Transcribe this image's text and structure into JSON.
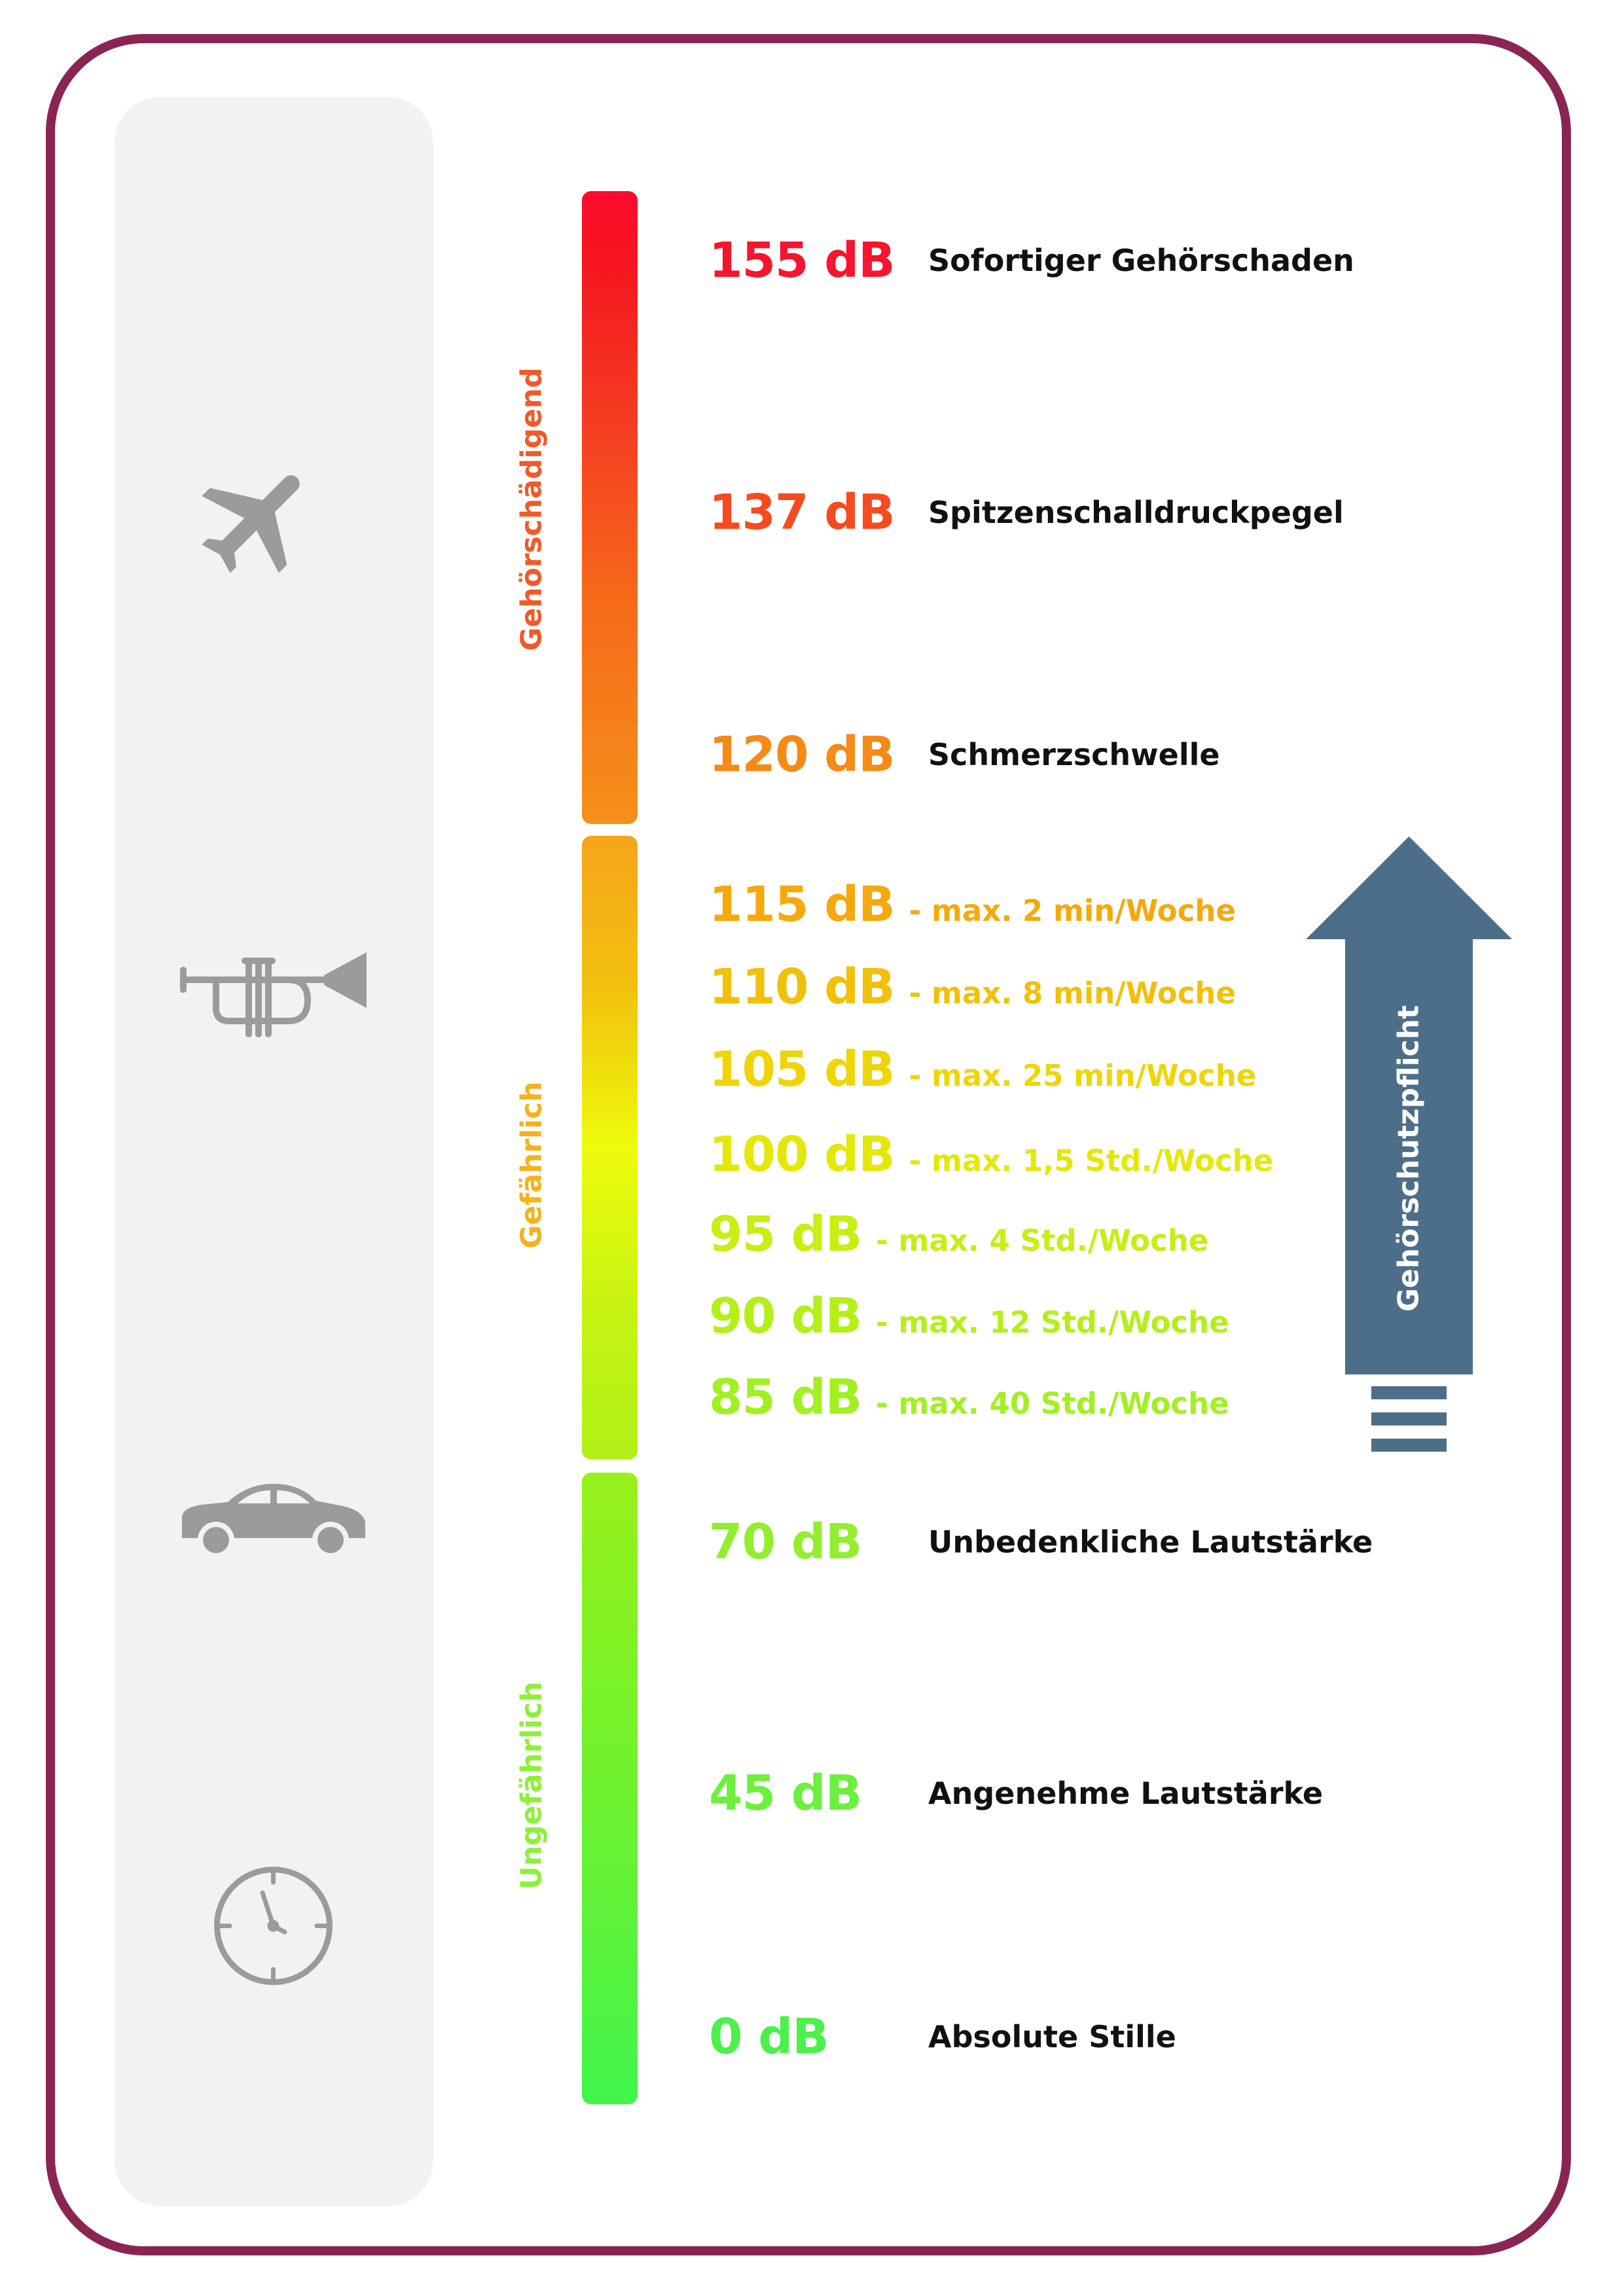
{
  "zones": [
    {
      "label": "Gehörschädigend",
      "color": "#f05a28"
    },
    {
      "label": "Gefährlich",
      "color": "#f5b21a"
    },
    {
      "label": "Ungefährlich",
      "color": "#8ef03a"
    }
  ],
  "levels": [
    {
      "db": "155 dB",
      "desc": "Sofortiger Gehörschaden",
      "color": "#f5152e"
    },
    {
      "db": "137 dB",
      "desc": "Spitzenschalldruckpegel",
      "color": "#f64a20"
    },
    {
      "db": "120 dB",
      "desc": "Schmerzschwelle",
      "color": "#f58a16"
    },
    {
      "db": "115 dB",
      "limit": "- max. 2 min/Woche",
      "color": "#f5a90e"
    },
    {
      "db": "110 dB",
      "limit": "- max. 8 min/Woche",
      "color": "#f1c00a"
    },
    {
      "db": "105 dB",
      "limit": "- max. 25 min/Woche",
      "color": "#eed509"
    },
    {
      "db": "100 dB",
      "limit": "- max. 1,5 Std./Woche",
      "color": "#e4e80a"
    },
    {
      "db": "95 dB",
      "limit": "- max. 4 Std./Woche",
      "color": "#c8ee12"
    },
    {
      "db": "90 dB",
      "limit": "- max. 12 Std./Woche",
      "color": "#b4ef1a"
    },
    {
      "db": "85 dB",
      "limit": "- max. 40 Std./Woche",
      "color": "#a2f022"
    },
    {
      "db": "70 dB",
      "desc": "Unbedenkliche Lautstärke",
      "color": "#92ee2e"
    },
    {
      "db": "45 dB",
      "desc": "Angenehme Lautstärke",
      "color": "#6cf03c"
    },
    {
      "db": "0 dB",
      "desc": "Absolute Stille",
      "color": "#4cf04c"
    }
  ],
  "arrow": {
    "label": "Gehörschutzpflicht",
    "color": "#4d6e89"
  },
  "icons": [
    "airplane-icon",
    "trumpet-icon",
    "car-icon",
    "clock-icon"
  ]
}
